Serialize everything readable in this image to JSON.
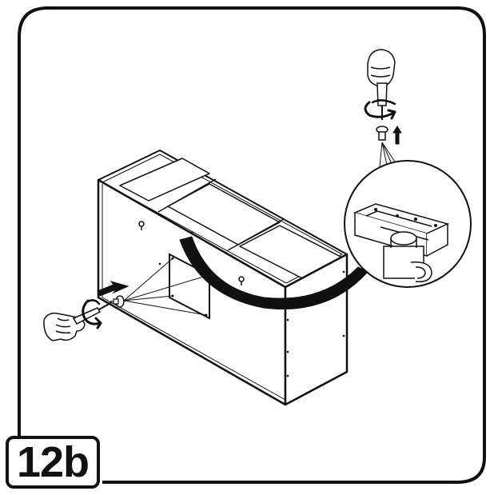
{
  "step": {
    "label": "12b"
  },
  "figure": {
    "parts": [
      "frame",
      "hood-body",
      "rear-panel",
      "access-plate",
      "callout-lines",
      "screw",
      "screwdriver",
      "hand",
      "rotation-arrow",
      "push-arrow",
      "zoom-circle",
      "blower-motor",
      "motor-housing",
      "curved-pointer"
    ]
  },
  "colors": {
    "line": "#111111",
    "background": "#ffffff",
    "pointer": "#111111"
  }
}
